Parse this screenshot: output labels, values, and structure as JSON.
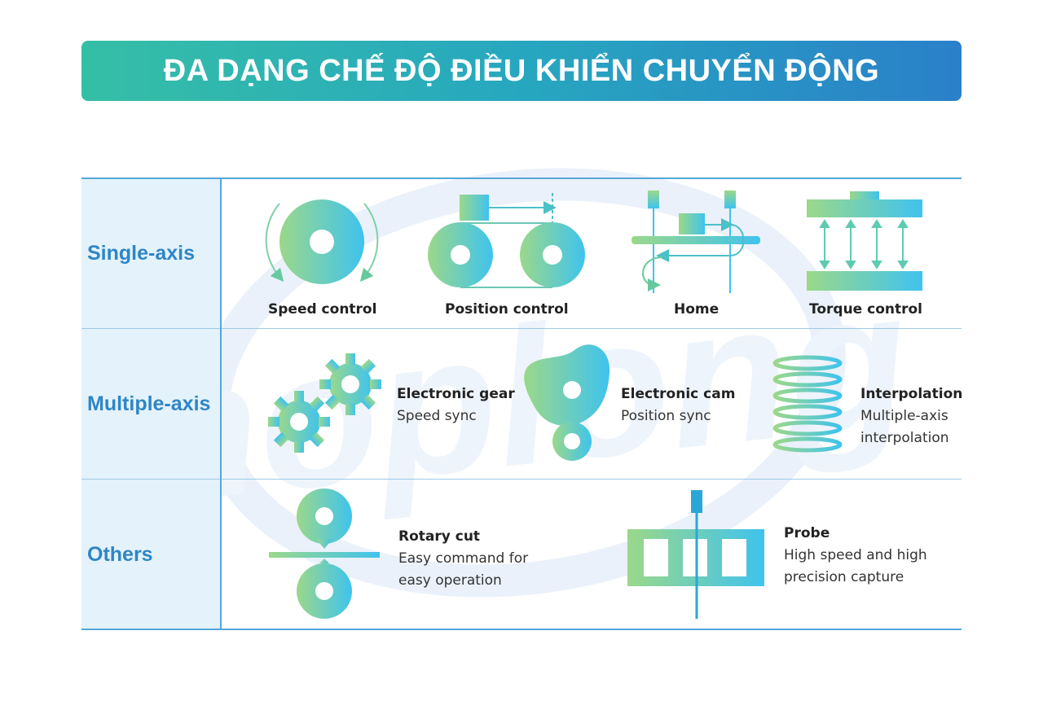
{
  "header": {
    "title": "ĐA DẠNG CHẾ ĐỘ ĐIỀU KHIỂN CHUYỂN ĐỘNG"
  },
  "colors": {
    "gradient_start": "#9bd88a",
    "gradient_end": "#3fc3ee",
    "accent": "#2e86c6",
    "banner_start": "#35bfa6",
    "banner_end": "#2a80c9"
  },
  "watermark": {
    "text": "hoplong"
  },
  "rows": [
    {
      "label": "Single-axis"
    },
    {
      "label": "Multiple-axis"
    },
    {
      "label": "Others"
    }
  ],
  "single_axis": [
    {
      "label": "Speed control",
      "icon": "rotating-disc-icon"
    },
    {
      "label": "Position control",
      "icon": "belt-drive-icon"
    },
    {
      "label": "Home",
      "icon": "homing-icon"
    },
    {
      "label": "Torque control",
      "icon": "torque-plates-icon"
    }
  ],
  "multiple_axis": [
    {
      "title": "Electronic gear",
      "desc": [
        "Speed sync"
      ],
      "icon": "gears-icon"
    },
    {
      "title": "Electronic cam",
      "desc": [
        "Position sync"
      ],
      "icon": "cam-icon"
    },
    {
      "title": "Interpolation",
      "desc": [
        "Multiple-axis",
        "interpolation"
      ],
      "icon": "helix-icon"
    }
  ],
  "others": [
    {
      "title": "Rotary cut",
      "desc": [
        "Easy command for",
        "easy operation"
      ],
      "icon": "rotary-cutter-icon"
    },
    {
      "title": "Probe",
      "desc": [
        "High speed and high",
        "precision capture"
      ],
      "icon": "probe-icon"
    }
  ]
}
